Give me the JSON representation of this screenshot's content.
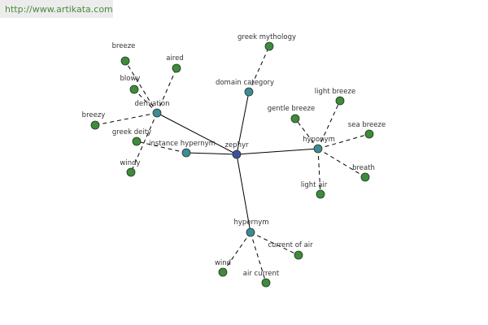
{
  "watermark_url": "http://www.artikata.com",
  "colors": {
    "center_node": "#3f4fa0",
    "category_node": "#3f8a98",
    "leaf_node": "#3f8a3c",
    "watermark_text": "#4c8a3a",
    "watermark_bg": "#ececec"
  },
  "center": {
    "label": "zephyr"
  },
  "categories": [
    {
      "id": "derivation",
      "label": "derivation"
    },
    {
      "id": "domain-category",
      "label": "domain category"
    },
    {
      "id": "hyponym",
      "label": "hyponym"
    },
    {
      "id": "instance-hypernym",
      "label": "instance hypernym"
    },
    {
      "id": "hypernym",
      "label": "hypernym"
    }
  ],
  "leaves": [
    {
      "id": "breeze",
      "label": "breeze",
      "parent": "derivation"
    },
    {
      "id": "aired",
      "label": "aired",
      "parent": "derivation"
    },
    {
      "id": "blowy",
      "label": "blowy",
      "parent": "derivation"
    },
    {
      "id": "breezy",
      "label": "breezy",
      "parent": "derivation"
    },
    {
      "id": "windy",
      "label": "windy",
      "parent": "derivation"
    },
    {
      "id": "greek-mythology",
      "label": "greek mythology",
      "parent": "domain-category"
    },
    {
      "id": "gentle-breeze",
      "label": "gentle breeze",
      "parent": "hyponym"
    },
    {
      "id": "light-breeze",
      "label": "light breeze",
      "parent": "hyponym"
    },
    {
      "id": "sea-breeze",
      "label": "sea breeze",
      "parent": "hyponym"
    },
    {
      "id": "breath",
      "label": "breath",
      "parent": "hyponym"
    },
    {
      "id": "light-air",
      "label": "light air",
      "parent": "hyponym"
    },
    {
      "id": "greek-deity",
      "label": "greek deity",
      "parent": "instance-hypernym"
    },
    {
      "id": "current-of-air",
      "label": "current of air",
      "parent": "hypernym"
    },
    {
      "id": "wind",
      "label": "wind",
      "parent": "hypernym"
    },
    {
      "id": "air-current",
      "label": "air current",
      "parent": "hypernym"
    }
  ]
}
